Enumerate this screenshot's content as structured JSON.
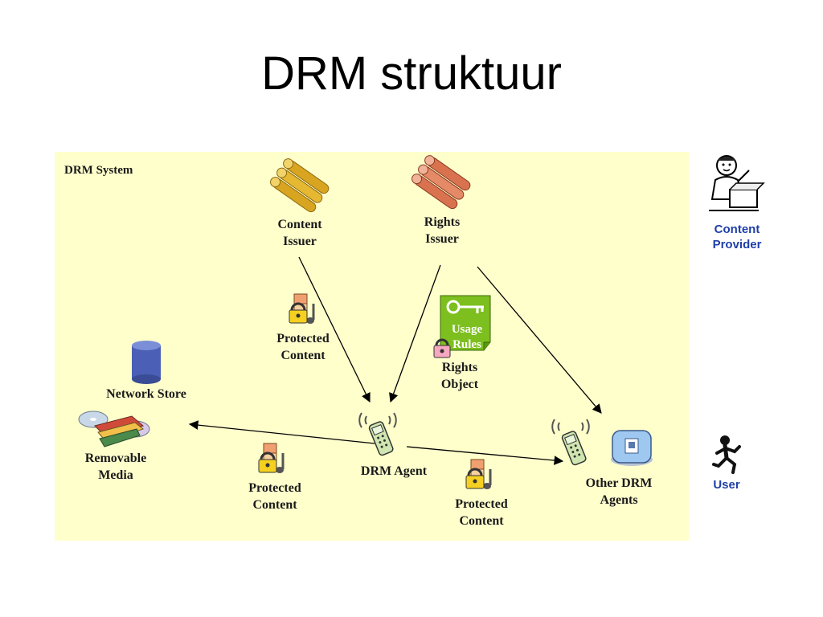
{
  "slide": {
    "title": "DRM struktuur"
  },
  "diagram": {
    "system_label": "DRM System",
    "nodes": {
      "content_issuer": "Content\nIssuer",
      "rights_issuer": "Rights\nIssuer",
      "network_store": "Network Store",
      "removable_media": "Removable\nMedia",
      "drm_agent": "DRM Agent",
      "other_drm_agents": "Other DRM\nAgents",
      "rights_object": "Rights\nObject",
      "usage_rules": "Usage\nRules"
    },
    "flows": {
      "protected_content_top": "Protected\nContent",
      "protected_content_left": "Protected\nContent",
      "protected_content_right": "Protected\nContent"
    },
    "actors": {
      "content_provider": "Content\nProvider",
      "user": "User"
    }
  },
  "colors": {
    "panel": "#ffffcc",
    "content_issuer_icon": "#d9a520",
    "rights_issuer_icon": "#d9734f",
    "usage_rules": "#7dbf1e",
    "network_store": "#4a5fb5",
    "actor_label": "#1f3fa8"
  }
}
